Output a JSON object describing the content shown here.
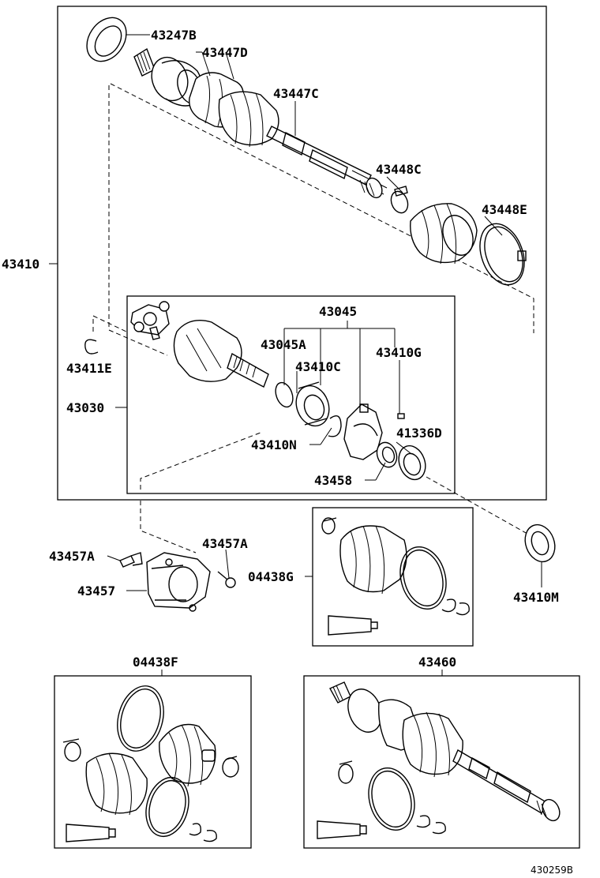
{
  "diagram": {
    "labels": {
      "p43247B": "43247B",
      "p43447D": "43447D",
      "p43447C": "43447C",
      "p43448C": "43448C",
      "p43448E": "43448E",
      "p43410": "43410",
      "p43411E": "43411E",
      "p43030": "43030",
      "p43045": "43045",
      "p43045A": "43045A",
      "p43410G": "43410G",
      "p43410C": "43410C",
      "p41336D": "41336D",
      "p43410N": "43410N",
      "p43458": "43458",
      "p43457A_left": "43457A",
      "p43457A_right": "43457A",
      "p43457": "43457",
      "p04438G": "04438G",
      "p43410M": "43410M",
      "p04438F": "04438F",
      "p43460": "43460"
    },
    "figure_id": "430259B"
  }
}
